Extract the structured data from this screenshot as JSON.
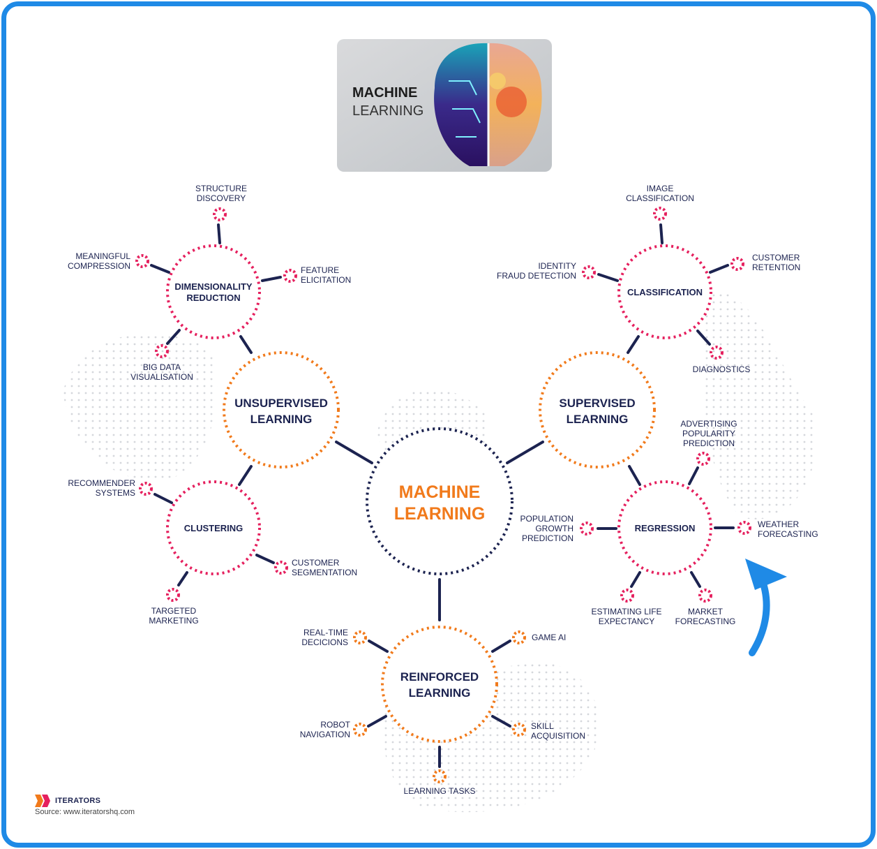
{
  "header_image": {
    "line1": "MACHINE",
    "line2": "LEARNING"
  },
  "center": {
    "line1": "MACHINE",
    "line2": "LEARNING"
  },
  "categories": {
    "unsupervised": {
      "line1": "UNSUPERVISED",
      "line2": "LEARNING"
    },
    "supervised": {
      "line1": "SUPERVISED",
      "line2": "LEARNING"
    },
    "reinforced": {
      "line1": "REINFORCED",
      "line2": "LEARNING"
    }
  },
  "subcategories": {
    "dimensionality": {
      "line1": "DIMENSIONALITY",
      "line2": "REDUCTION"
    },
    "clustering": {
      "line1": "CLUSTERING"
    },
    "classification": {
      "line1": "CLASSIFICATION"
    },
    "regression": {
      "line1": "REGRESSION"
    }
  },
  "leaves": {
    "structure_discovery": [
      "STRUCTURE",
      "DISCOVERY"
    ],
    "meaningful_compression": [
      "MEANINGFUL",
      "COMPRESSION"
    ],
    "feature_elicitation": [
      "FEATURE",
      "ELICITATION"
    ],
    "big_data_visualisation": [
      "BIG DATA",
      "VISUALISATION"
    ],
    "recommender_systems": [
      "RECOMMENDER",
      "SYSTEMS"
    ],
    "customer_segmentation": [
      "CUSTOMER",
      "SEGMENTATION"
    ],
    "targeted_marketing": [
      "TARGETED",
      "MARKETING"
    ],
    "image_classification": [
      "IMAGE",
      "CLASSIFICATION"
    ],
    "identity_fraud_detection": [
      "IDENTITY",
      "FRAUD DETECTION"
    ],
    "customer_retention": [
      "CUSTOMER",
      "RETENTION"
    ],
    "diagnostics": [
      "DIAGNOSTICS"
    ],
    "advertising_popularity_prediction": [
      "ADVERTISING",
      "POPULARITY",
      "PREDICTION"
    ],
    "population_growth_prediction": [
      "POPULATION",
      "GROWTH",
      "PREDICTION"
    ],
    "weather_forecasting": [
      "WEATHER",
      "FORECASTING"
    ],
    "estimating_life_expectancy": [
      "ESTIMATING LIFE",
      "EXPECTANCY"
    ],
    "market_forecasting": [
      "MARKET",
      "FORECASTING"
    ],
    "real_time_decisions": [
      "REAL-TIME",
      "DECICIONS"
    ],
    "game_ai": [
      "GAME AI"
    ],
    "robot_navigation": [
      "ROBOT",
      "NAVIGATION"
    ],
    "skill_acquisition": [
      "SKILL",
      "ACQUISITION"
    ],
    "learning_tasks": [
      "LEARNING TASKS"
    ]
  },
  "footer": {
    "brand": "ITERATORS",
    "source": "Source: www.iteratorshq.com"
  },
  "colors": {
    "frame": "#1f8ae6",
    "navy": "#1c2350",
    "orange": "#f17a1b",
    "pink": "#e5205e",
    "arrow": "#1f8ae6"
  }
}
